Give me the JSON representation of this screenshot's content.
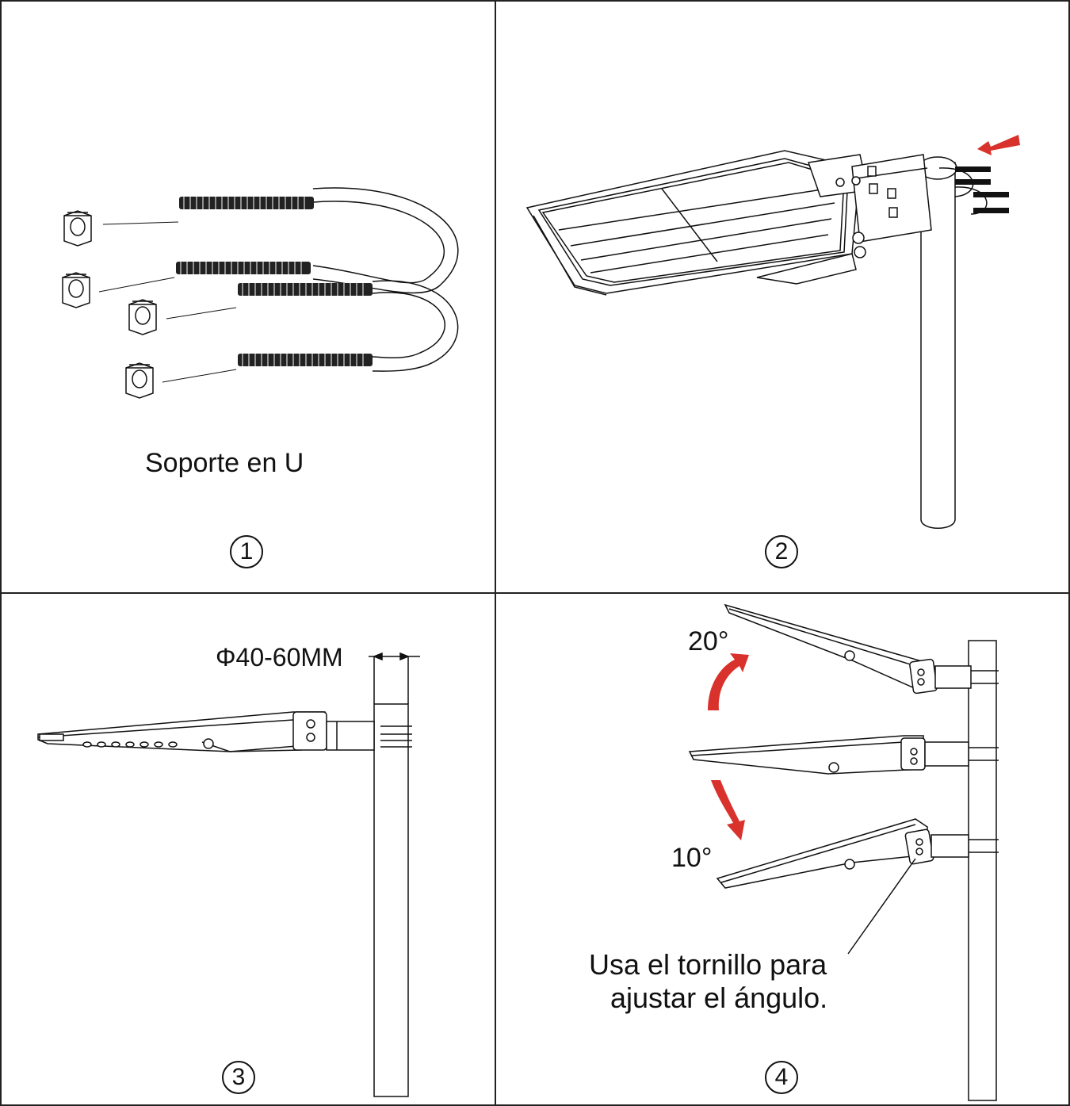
{
  "panels": [
    {
      "step": "1",
      "caption": "Soporte en U"
    },
    {
      "step": "2"
    },
    {
      "step": "3",
      "dimension": "Φ40-60MM"
    },
    {
      "step": "4",
      "angle_up": "20°",
      "angle_down": "10°",
      "note_line1": "Usa el tornillo para",
      "note_line2": "ajustar el ángulo."
    }
  ],
  "colors": {
    "line": "#111111",
    "arrow": "#d9312b",
    "grid": "#222222"
  }
}
